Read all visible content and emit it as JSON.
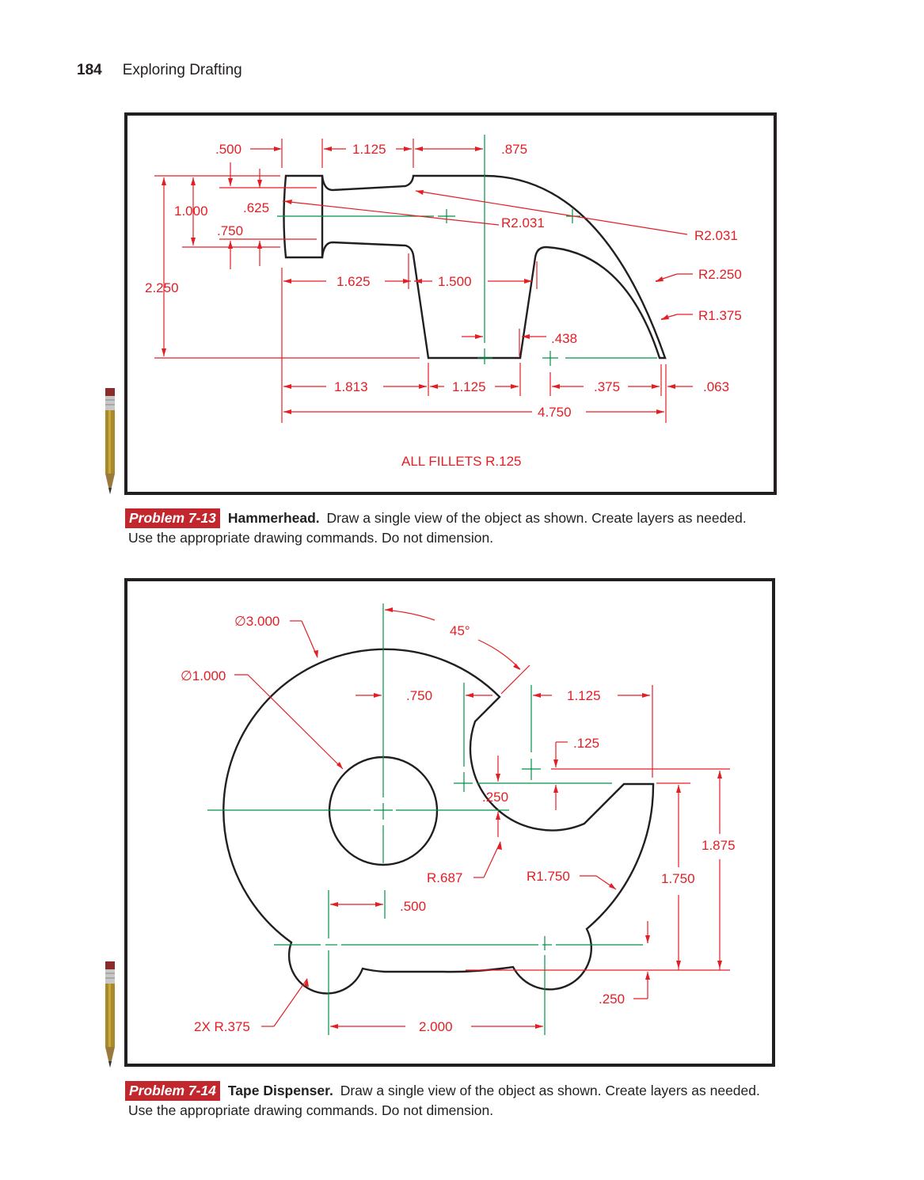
{
  "header": {
    "page_number": "184",
    "book_title": "Exploring Drafting"
  },
  "colors": {
    "dimension": "#e31e24",
    "centerline": "#009245",
    "object": "#231f20",
    "badge": "#c1272d"
  },
  "figures": [
    {
      "id": "problem-7-13",
      "dimensions": {
        "d500": ".500",
        "d1125_top": "1.125",
        "d875": ".875",
        "d1000": "1.000",
        "d625": ".625",
        "d750": ".750",
        "d2250": "2.250",
        "r2031_a": "R2.031",
        "r2031_b": "R2.031",
        "r2250": "R2.250",
        "r1375": "R1.375",
        "d1625": "1.625",
        "d1500": "1.500",
        "d438": ".438",
        "d1813": "1.813",
        "d1125_bottom": "1.125",
        "d375": ".375",
        "d063": ".063",
        "d4750": "4.750"
      },
      "note": "ALL FILLETS R.125"
    },
    {
      "id": "problem-7-14",
      "dimensions": {
        "dia3000": "∅3.000",
        "dia1000": "∅1.000",
        "angle45": "45°",
        "d750": ".750",
        "d1125": "1.125",
        "d125": ".125",
        "d250_top": ".250",
        "r687": "R.687",
        "r1750": "R1.750",
        "d1875": "1.875",
        "d1750": "1.750",
        "d500": ".500",
        "d250_bottom": ".250",
        "r375": "2X R.375",
        "d2000": "2.000"
      }
    }
  ],
  "captions": [
    {
      "badge": "Problem 7-13",
      "title": "Hammerhead.",
      "line1": "Draw a single view of the object as shown. Create layers as needed.",
      "line2": "Use the appropriate drawing commands. Do not dimension."
    },
    {
      "badge": "Problem 7-14",
      "title": "Tape Dispenser.",
      "line1": "Draw a single view of the object as shown. Create layers as needed.",
      "line2": "Use the appropriate drawing commands. Do not dimension."
    }
  ]
}
